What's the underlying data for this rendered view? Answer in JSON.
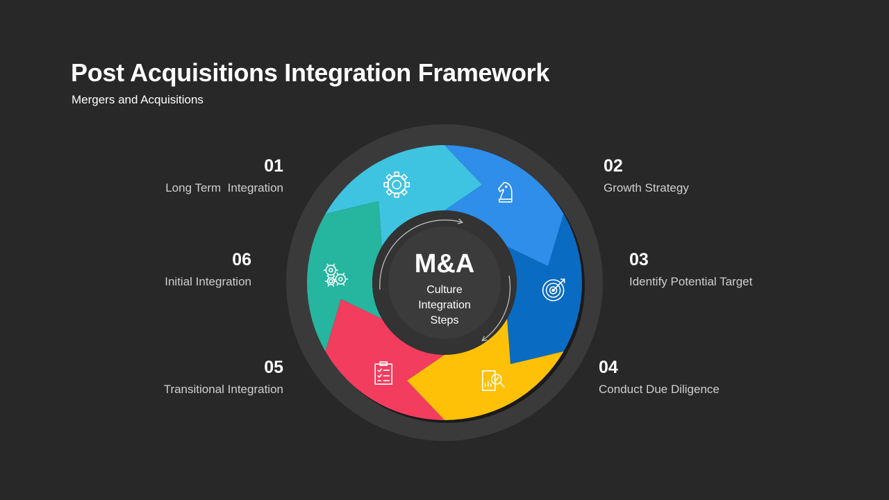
{
  "title": "Post Acquisitions Integration Framework",
  "subtitle": "Mergers and Acquisitions",
  "center": {
    "heading": "M&A",
    "lines": [
      "Culture",
      "Integration",
      "Steps"
    ]
  },
  "steps": [
    {
      "number": "01",
      "label": "Long Term  Integration",
      "color": "#3EC4E0",
      "icon": "gear-icon"
    },
    {
      "number": "02",
      "label": "Growth Strategy",
      "color": "#2E8EEA",
      "icon": "chess-knight-icon"
    },
    {
      "number": "03",
      "label": "Identify Potential Target",
      "color": "#0A6BC2",
      "icon": "target-icon"
    },
    {
      "number": "04",
      "label": "Conduct Due Diligence",
      "color": "#FFC107",
      "icon": "analysis-icon"
    },
    {
      "number": "05",
      "label": "Transitional Integration",
      "color": "#F23D5E",
      "icon": "clipboard-icon"
    },
    {
      "number": "06",
      "label": "Initial Integration",
      "color": "#26B59E",
      "icon": "gears-icon"
    }
  ]
}
